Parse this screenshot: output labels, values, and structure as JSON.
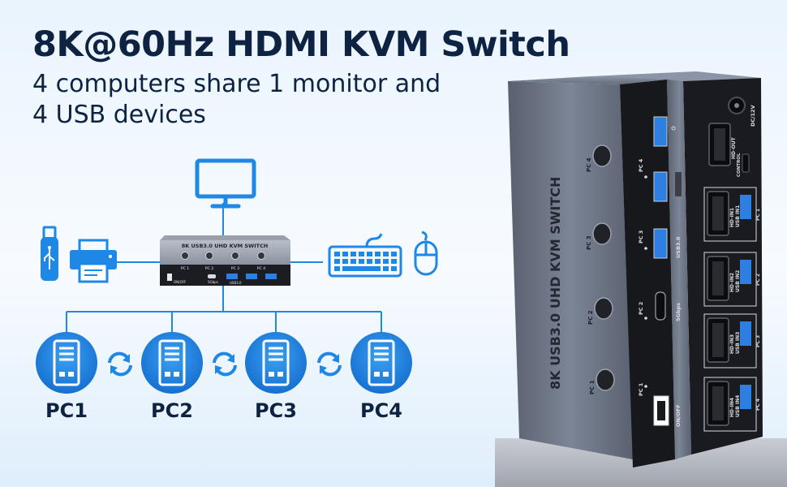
{
  "header": {
    "title": "8K@60Hz HDMI KVM Switch",
    "subtitle_line1": "4 computers share 1 monitor and",
    "subtitle_line2": "4 USB devices"
  },
  "diagram": {
    "pcs": [
      "PC1",
      "PC2",
      "PC3",
      "PC4"
    ],
    "hub_title": "8K USB3.0 UHD KVM SWITCH",
    "hub_ports": [
      "PC 1",
      "PC 2",
      "PC 3",
      "PC 4"
    ],
    "hub_onoff": "ON/OFF",
    "hub_5gbps": "5Gbps",
    "hub_usb": "USB3.0",
    "peripherals": [
      "monitor-icon",
      "usb-drive-icon",
      "printer-icon",
      "keyboard-icon",
      "mouse-icon"
    ]
  },
  "device": {
    "front_title": "8K USB3.0 UHD KVM SWITCH",
    "front_buttons": [
      "PC 1",
      "PC 2",
      "PC 3",
      "PC 4"
    ],
    "front_leds": [
      "PC 1",
      "PC 2",
      "PC 3",
      "PC 4"
    ],
    "front_5gbps": "5Gbps",
    "front_usb": "USB3.0",
    "front_onoff": "ON/OFF",
    "back_dc": "DC/12V",
    "back_hdout": "HD-OUT",
    "back_control": "CONTROL",
    "back_inputs": [
      {
        "hd": "HD-IN1",
        "usb": "USB IN1",
        "pc": "PC 1"
      },
      {
        "hd": "HD-IN2",
        "usb": "USB IN2",
        "pc": "PC 2"
      },
      {
        "hd": "HD-IN3",
        "usb": "USB IN3",
        "pc": "PC 3"
      },
      {
        "hd": "HD-IN4",
        "usb": "USB IN4",
        "pc": "PC 4"
      }
    ]
  },
  "colors": {
    "accent": "#1f87e5",
    "title": "#0e2342",
    "device_body": "#6c7587",
    "device_panel": "#17181c"
  }
}
